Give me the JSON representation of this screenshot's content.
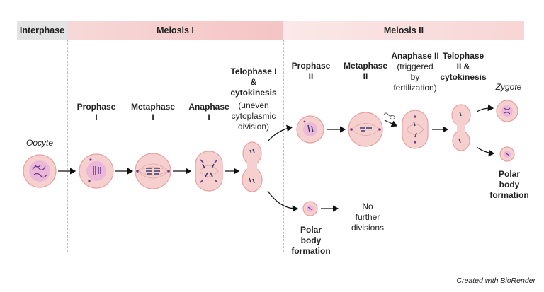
{
  "phases": {
    "interphase": "Interphase",
    "meiosis1": "Meiosis I",
    "meiosis2": "Meiosis II"
  },
  "stages": {
    "oocyte": "Oocyte",
    "prophase1": "Prophase\nI",
    "metaphase1": "Metaphase\nI",
    "anaphase1": "Anaphase\nI",
    "telophase1_title": "Telophase I\n&\ncytokinesis",
    "telophase1_note": "(uneven\ncytoplasmic\ndivision)",
    "prophase2": "Prophase\nII",
    "metaphase2": "Metaphase\nII",
    "anaphase2_title": "Anaphase II",
    "anaphase2_note": "(triggered\nby\nfertilization)",
    "telophase2": "Telophase\nII &\ncytokinesis",
    "zygote": "Zygote",
    "polar_body_1": "Polar\nbody\nformation",
    "no_further": "No\nfurther\ndivisions",
    "polar_body_2": "Polar\nbody\nformation"
  },
  "credit": "Created with BioRender",
  "colors": {
    "interphase_band": "#e3e3e3",
    "meiosis1_band": "#f7cccc",
    "meiosis2_band": "#fbe4e4",
    "cell_outer": "#f6d0cf",
    "cell_stroke": "#e6a1a1",
    "nucleus": "#ebb8d9",
    "chromosome": "#6a3b8a"
  }
}
